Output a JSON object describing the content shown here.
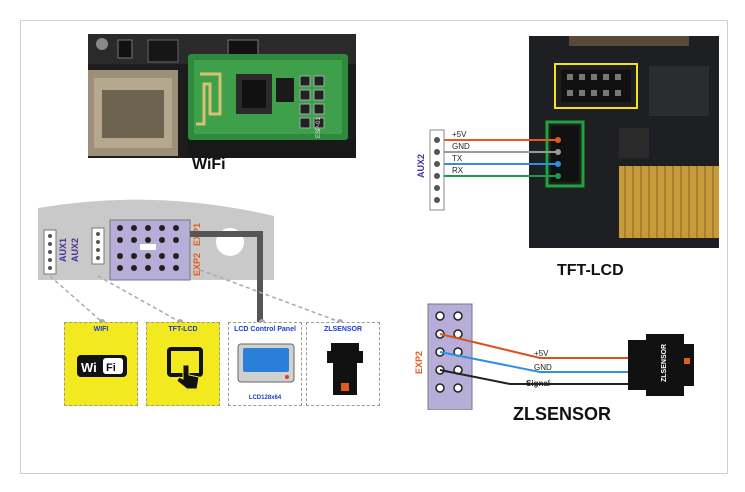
{
  "wifi": {
    "title": "WiFi",
    "module_text": "ESP-01"
  },
  "tft": {
    "title": "TFT-LCD"
  },
  "zlsensor": {
    "title": "ZLSENSOR",
    "device_label": "ZLSENSOR"
  },
  "aux2": {
    "connector_label": "AUX2",
    "pins": [
      "+5V",
      "GND",
      "TX",
      "RX"
    ],
    "colors": {
      "+5V": "#e25a1c",
      "GND": "#9a9a9a",
      "TX": "#2f8fe0",
      "RX": "#1b9a4a"
    }
  },
  "board": {
    "aux1": "AUX1",
    "aux2": "AUX2",
    "exp1": "EXP1",
    "exp2": "EXP2"
  },
  "exp2": {
    "label": "EXP2",
    "wires": [
      "+5V",
      "GND",
      "Signal"
    ],
    "colors": {
      "+5V": "#d9531e",
      "GND": "#2f8fe0",
      "Signal": "#222222"
    }
  },
  "panels": [
    {
      "title": "WIFI",
      "icon": "wifi-logo-icon",
      "footer": "",
      "bg": "#f2ea1e"
    },
    {
      "title": "TFT-LCD",
      "icon": "touch-screen-icon",
      "footer": "",
      "bg": "#f2ea1e"
    },
    {
      "title": "LCD Control Panel",
      "icon": "lcd-display-icon",
      "footer": "LCD128x64",
      "bg": "#ffffff"
    },
    {
      "title": "ZLSENSOR",
      "icon": "sensor-icon",
      "footer": "",
      "bg": "#ffffff"
    }
  ],
  "wifi_logo": {
    "left": "Wi",
    "right": "Fi"
  }
}
